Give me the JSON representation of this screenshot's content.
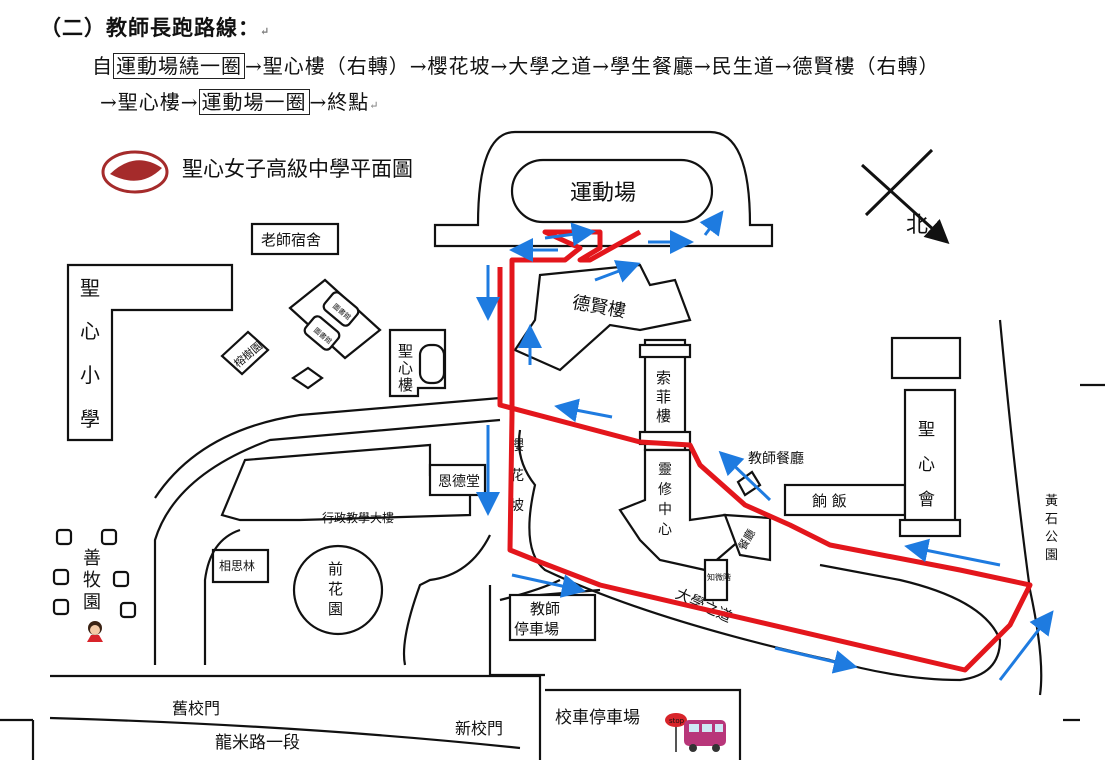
{
  "heading": "（二）教師長跑路線：",
  "para_mark": "↵",
  "route": {
    "line1": [
      {
        "text": "自",
        "boxed": false
      },
      {
        "text": "運動場繞一圈",
        "boxed": true
      },
      {
        "text": "→聖心樓（右轉）→櫻花坡→大學之道→學生餐廳→民生道→德賢樓（右轉）",
        "boxed": false
      }
    ],
    "line2": [
      {
        "text": "→聖心樓→",
        "boxed": false
      },
      {
        "text": "運動場一圈",
        "boxed": true
      },
      {
        "text": "→終點",
        "boxed": false
      }
    ]
  },
  "map": {
    "title": "聖心女子高級中學平面圖",
    "compass": "北",
    "route_color": "#e3161c",
    "arrow_color": "#1e7be0",
    "labels": {
      "playground": "運動場",
      "teacher_dorm": "老師宿舍",
      "primary_school": [
        "聖",
        "心",
        "小",
        "學"
      ],
      "dexian": "德賢樓",
      "shengxin": [
        "聖",
        "心",
        "樓"
      ],
      "grove": "榕樹園",
      "dorm_a": "圖書館",
      "dorm_b": "圖書館",
      "sofia": [
        "索",
        "菲",
        "樓"
      ],
      "cherry_slope": [
        "櫻",
        "花",
        "坡"
      ],
      "enhall": "恩德堂",
      "admin": "行政教學大樓",
      "spiritual": [
        "靈",
        "修",
        "中",
        "心"
      ],
      "teacher_canteen": "教師餐廳",
      "shengxin_hall": [
        "聖",
        "心",
        "會"
      ],
      "meal": "餉 飯",
      "student_canteen": "餐廳",
      "xiangsi": "相思林",
      "front_garden": [
        "前",
        "花",
        "園"
      ],
      "shepherd": [
        "善",
        "牧",
        "園"
      ],
      "teacher_parking": [
        "教師",
        "停車場"
      ],
      "knowledge": "知微階",
      "university_road": "大學之道",
      "yellow_stone": [
        "黃",
        "石",
        "公",
        "園"
      ],
      "old_gate": "舊校門",
      "new_gate": "新校門",
      "bus_parking": "校車停車場",
      "road": "龍米路一段",
      "stop_sign": "stop"
    }
  }
}
